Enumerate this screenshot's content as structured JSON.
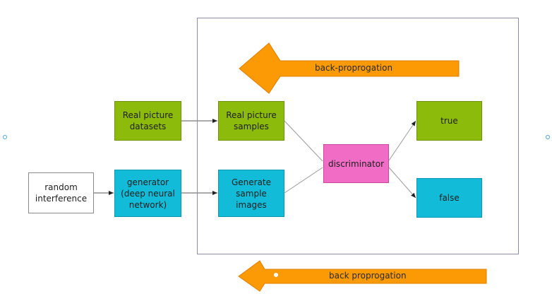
{
  "nodes": {
    "random_interference": "random interference",
    "real_picture_datasets": "Real picture datasets",
    "generator": "generator (deep neural network)",
    "real_picture_samples": "Real picture samples",
    "generate_sample_images": "Generate sample images",
    "discriminator": "discriminator",
    "true": "true",
    "false": "false"
  },
  "arrows": {
    "back_propagation_top": "back-proprogation",
    "back_propagation_bottom": "back proprogation"
  },
  "colors": {
    "green": "#8cbb0c",
    "cyan": "#12bcd8",
    "pink": "#f06cc5",
    "orange": "#fb9a05"
  }
}
